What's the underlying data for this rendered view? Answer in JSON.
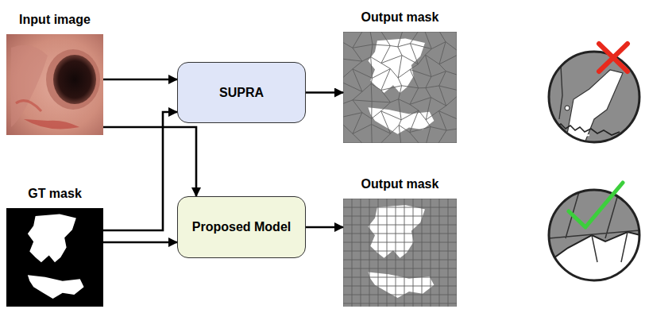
{
  "diagram": {
    "nodes": [
      {
        "text": [
          "Input image"
        ]
      },
      {
        "text": [
          "GT mask"
        ]
      },
      {
        "text": [
          "SUPRA"
        ]
      },
      {
        "text": [
          "Proposed Model"
        ]
      },
      {
        "text": [
          "Output mask"
        ]
      },
      {
        "text": [
          "Output mask"
        ]
      }
    ],
    "edges": [
      {
        "from": 0,
        "to": 2,
        "arrow": "to"
      },
      {
        "from": 1,
        "to": 2,
        "arrow": "to"
      },
      {
        "from": 0,
        "to": 3,
        "arrow": "to"
      },
      {
        "from": 1,
        "to": 3,
        "arrow": "to"
      },
      {
        "from": 2,
        "to": 4,
        "arrow": "to"
      },
      {
        "from": 3,
        "to": 5,
        "arrow": "to"
      }
    ]
  }
}
